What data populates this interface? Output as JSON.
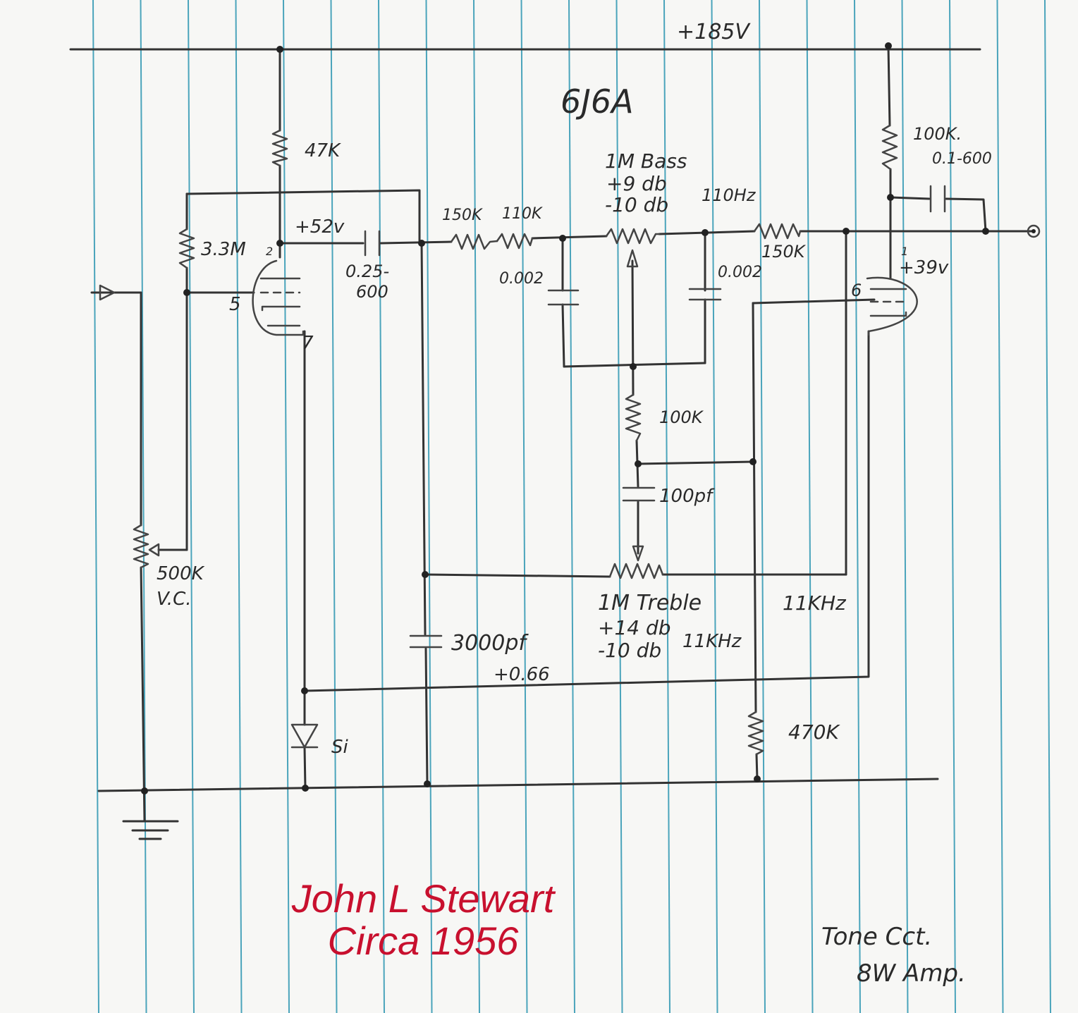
{
  "supply": "+185V",
  "tube": "6J6A",
  "labels": {
    "r_47k": "47K",
    "r_3m3": "3.3M",
    "pin2": "2",
    "pin5": "5",
    "pin7": "7",
    "pin1": "1",
    "pin6": "6",
    "v_plate1": "+52v",
    "c_coupling_a": "0.25-",
    "c_coupling_b": "600",
    "r_150k_a": "150K",
    "r_110k": "110K",
    "c_bass_left": "0.002",
    "bass_pot": "1M Bass",
    "bass_boost": "+9 db",
    "bass_cut": "-10 db",
    "bass_freq": "110Hz",
    "c_bass_right": "0.002",
    "r_150k_b": "150K",
    "r_100k_plate": "100K.",
    "c_out": "0.1-600",
    "v_plate2": "+39v",
    "r_100k_mid": "100K",
    "c_100pf": "100pf",
    "treble_pot": "1M Treble",
    "treble_boost": "+14 db",
    "treble_cut": "-10 db",
    "treble_freq": "11KHz",
    "treble_freq_right": "11KHz",
    "vol_pot": "500K",
    "vol_name": "V.C.",
    "c_3000pf": "3000pf",
    "v_cathode": "+0.66",
    "diode": "Si",
    "r_470k": "470K",
    "note_line1": "Tone Cct.",
    "note_line2": "8W Amp."
  },
  "credit": {
    "line1": "John L Stewart",
    "line2": "Circa 1956"
  },
  "colors": {
    "ruling": "#2d96b2",
    "pencil": "#333333",
    "credit": "#c8102e",
    "paper": "#f7f7f5"
  }
}
